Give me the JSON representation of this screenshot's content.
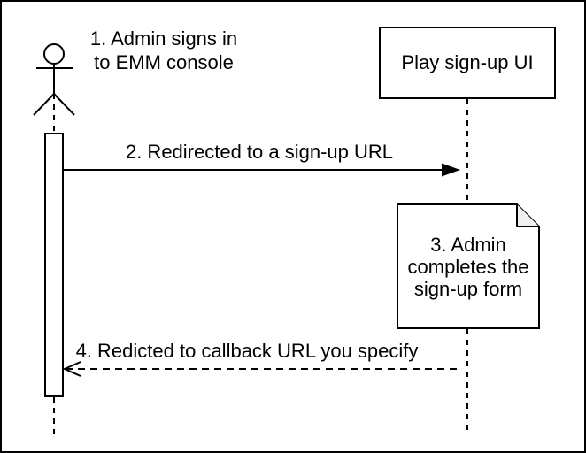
{
  "canvas": {
    "background": "#ffffff",
    "border_color": "#000000",
    "stroke_color": "#000000",
    "note_fold_fill": "#f0f0f0"
  },
  "actor": {
    "label": "1. Admin signs in\nto EMM console"
  },
  "participant": {
    "label": "Play sign-up UI"
  },
  "note": {
    "label": "3. Admin\ncompletes the\nsign-up form"
  },
  "messages": [
    {
      "label": "2. Redirected to a sign-up URL",
      "style": "solid",
      "direction": "right"
    },
    {
      "label": "4. Redicted to callback URL you specify",
      "style": "dashed",
      "direction": "left"
    }
  ]
}
